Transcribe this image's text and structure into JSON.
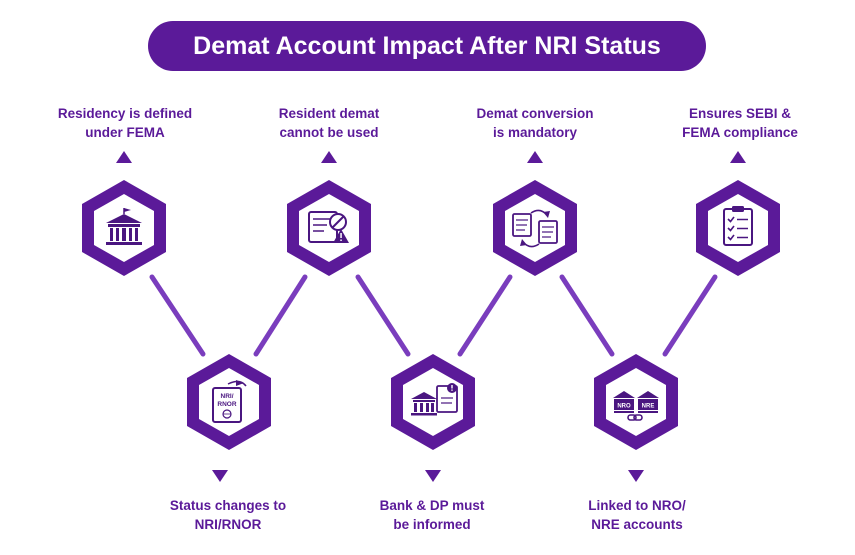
{
  "title": "Demat Account Impact After NRI Status",
  "colors": {
    "primary": "#5b1a99",
    "connector": "#7a3dbd",
    "icon": "#4a1680"
  },
  "steps": [
    {
      "lines": [
        "Residency is defined",
        "under FEMA"
      ],
      "icon": "government-building-icon",
      "position": "top"
    },
    {
      "lines": [
        "Status changes to",
        "NRI/RNOR"
      ],
      "icon": "nri-passport-flight-icon",
      "icon_text": "NRI/ RNOR",
      "position": "bottom"
    },
    {
      "lines": [
        "Resident demat",
        "cannot be used"
      ],
      "icon": "restricted-document-icon",
      "position": "top"
    },
    {
      "lines": [
        "Bank & DP must",
        "be informed"
      ],
      "icon": "bank-notice-icon",
      "position": "bottom"
    },
    {
      "lines": [
        "Demat conversion",
        "is mandatory"
      ],
      "icon": "document-conversion-icon",
      "position": "top"
    },
    {
      "lines": [
        "Linked to NRO/",
        "NRE accounts"
      ],
      "icon": "linked-accounts-icon",
      "icon_text": [
        "NRO",
        "NRE"
      ],
      "position": "bottom"
    },
    {
      "lines": [
        "Ensures SEBI &",
        "FEMA compliance"
      ],
      "icon": "compliance-checklist-icon",
      "position": "top"
    }
  ]
}
